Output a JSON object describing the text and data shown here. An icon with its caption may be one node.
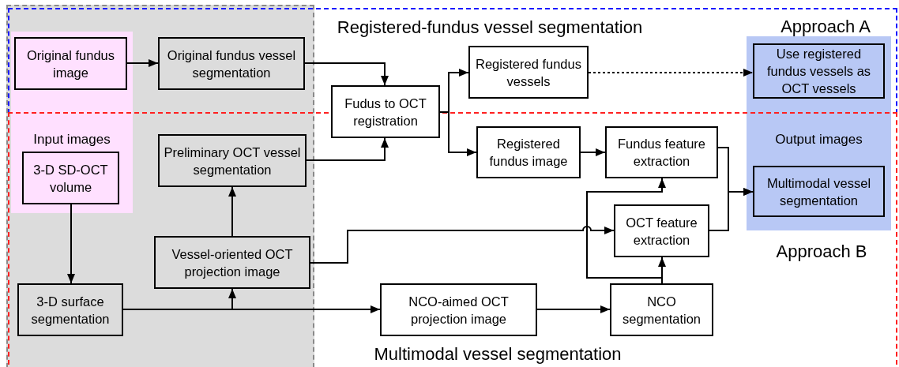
{
  "diagram": {
    "nodes": [
      {
        "text": [
          "Original fundus image"
        ]
      },
      {
        "text": [
          "Original fundus vessel segmentation"
        ]
      },
      {
        "text": [
          "Fudus to OCT registration"
        ]
      },
      {
        "text": [
          "Registered fundus vessels"
        ]
      },
      {
        "text": [
          "Use registered fundus vessels as OCT vessels"
        ]
      },
      {
        "text": [
          "3-D SD-OCT volume"
        ]
      },
      {
        "text": [
          "Preliminary OCT vessel segmentation"
        ]
      },
      {
        "text": [
          "Registered fundus image"
        ]
      },
      {
        "text": [
          "Fundus feature extraction"
        ]
      },
      {
        "text": [
          "Multimodal vessel segmentation"
        ]
      },
      {
        "text": [
          "Vessel-oriented OCT projection image"
        ]
      },
      {
        "text": [
          "OCT feature extraction"
        ]
      },
      {
        "text": [
          "3-D surface segmentation"
        ]
      },
      {
        "text": [
          "NCO-aimed OCT projection image"
        ]
      },
      {
        "text": [
          "NCO segmentation"
        ]
      }
    ],
    "edges": [
      {
        "from": 0,
        "to": 1,
        "arrow": "to"
      },
      {
        "from": 1,
        "to": 2,
        "arrow": "to"
      },
      {
        "from": 6,
        "to": 2,
        "arrow": "to"
      },
      {
        "from": 2,
        "to": 3,
        "arrow": "to"
      },
      {
        "from": 2,
        "to": 7,
        "arrow": "to"
      },
      {
        "from": 3,
        "to": 4,
        "arrow": "to",
        "style": "dashed"
      },
      {
        "from": 5,
        "to": 12,
        "arrow": "to"
      },
      {
        "from": 12,
        "to": 10,
        "arrow": "to"
      },
      {
        "from": 12,
        "to": 13,
        "arrow": "to"
      },
      {
        "from": 10,
        "to": 6,
        "arrow": "to"
      },
      {
        "from": 10,
        "to": 11,
        "arrow": "to"
      },
      {
        "from": 7,
        "to": 8,
        "arrow": "to"
      },
      {
        "from": 14,
        "to": 11,
        "arrow": "to"
      },
      {
        "from": 14,
        "to": 8,
        "arrow": "to"
      },
      {
        "from": 8,
        "to": 9,
        "arrow": "to"
      },
      {
        "from": 11,
        "to": 9,
        "arrow": "to"
      },
      {
        "from": 13,
        "to": 14,
        "arrow": "to"
      }
    ],
    "labels": [
      "Registered-fundus vessel segmentation",
      "Approach A",
      "Input images",
      "Output images",
      "Approach B",
      "Multimodal vessel segmentation"
    ]
  }
}
